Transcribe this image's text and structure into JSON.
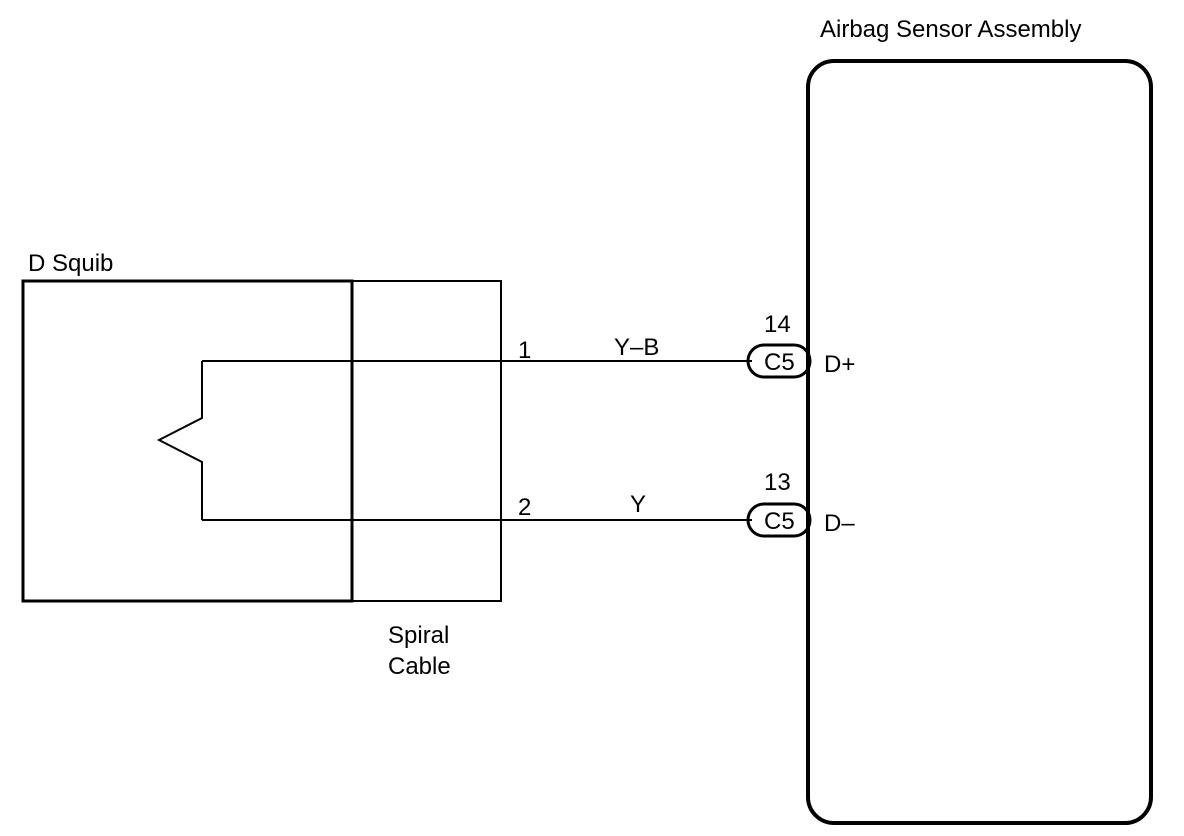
{
  "components": {
    "sensor": {
      "label": "Airbag Sensor Assembly"
    },
    "squib": {
      "label": "D Squib"
    },
    "spiral": {
      "label_line1": "Spiral",
      "label_line2": "Cable"
    }
  },
  "wires": [
    {
      "pin": "1",
      "color": "Y–B",
      "connector": "C5",
      "terminal_number": "14",
      "terminal_name": "D+"
    },
    {
      "pin": "2",
      "color": "Y",
      "connector": "C5",
      "terminal_number": "13",
      "terminal_name": "D–"
    }
  ],
  "colors": {
    "line": "#000000",
    "background": "#ffffff"
  }
}
